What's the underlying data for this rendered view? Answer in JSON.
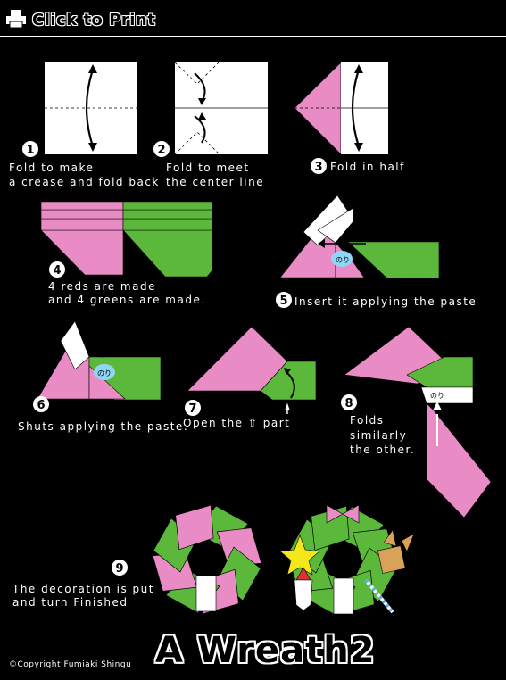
{
  "header": {
    "print_label": "Click to Print"
  },
  "title": "A Wreath2",
  "copyright": "©Copyright:Fumiaki Shingu",
  "colors": {
    "pink": "#e98bc5",
    "green": "#5cb83a",
    "white": "#ffffff",
    "paste": "#8fd6f5"
  },
  "steps": [
    {
      "num": "1",
      "lines": [
        "Fold to make",
        "a crease and fold back"
      ]
    },
    {
      "num": "2",
      "lines": [
        "Fold to meet",
        "the center line"
      ]
    },
    {
      "num": "3",
      "lines": [
        "Fold in half"
      ]
    },
    {
      "num": "4",
      "lines": [
        "4 reds are made",
        "and 4 greens are made."
      ]
    },
    {
      "num": "5",
      "lines": [
        "Insert it applying the paste"
      ]
    },
    {
      "num": "6",
      "lines": [
        "Shuts applying the paste."
      ]
    },
    {
      "num": "7",
      "lines": [
        "Open the ⇧ part"
      ]
    },
    {
      "num": "8",
      "lines": [
        "Folds",
        "similarly",
        "the other."
      ]
    },
    {
      "num": "9",
      "lines": [
        "The decoration is put",
        "and turn Finished"
      ]
    }
  ],
  "paste_label": "のり"
}
